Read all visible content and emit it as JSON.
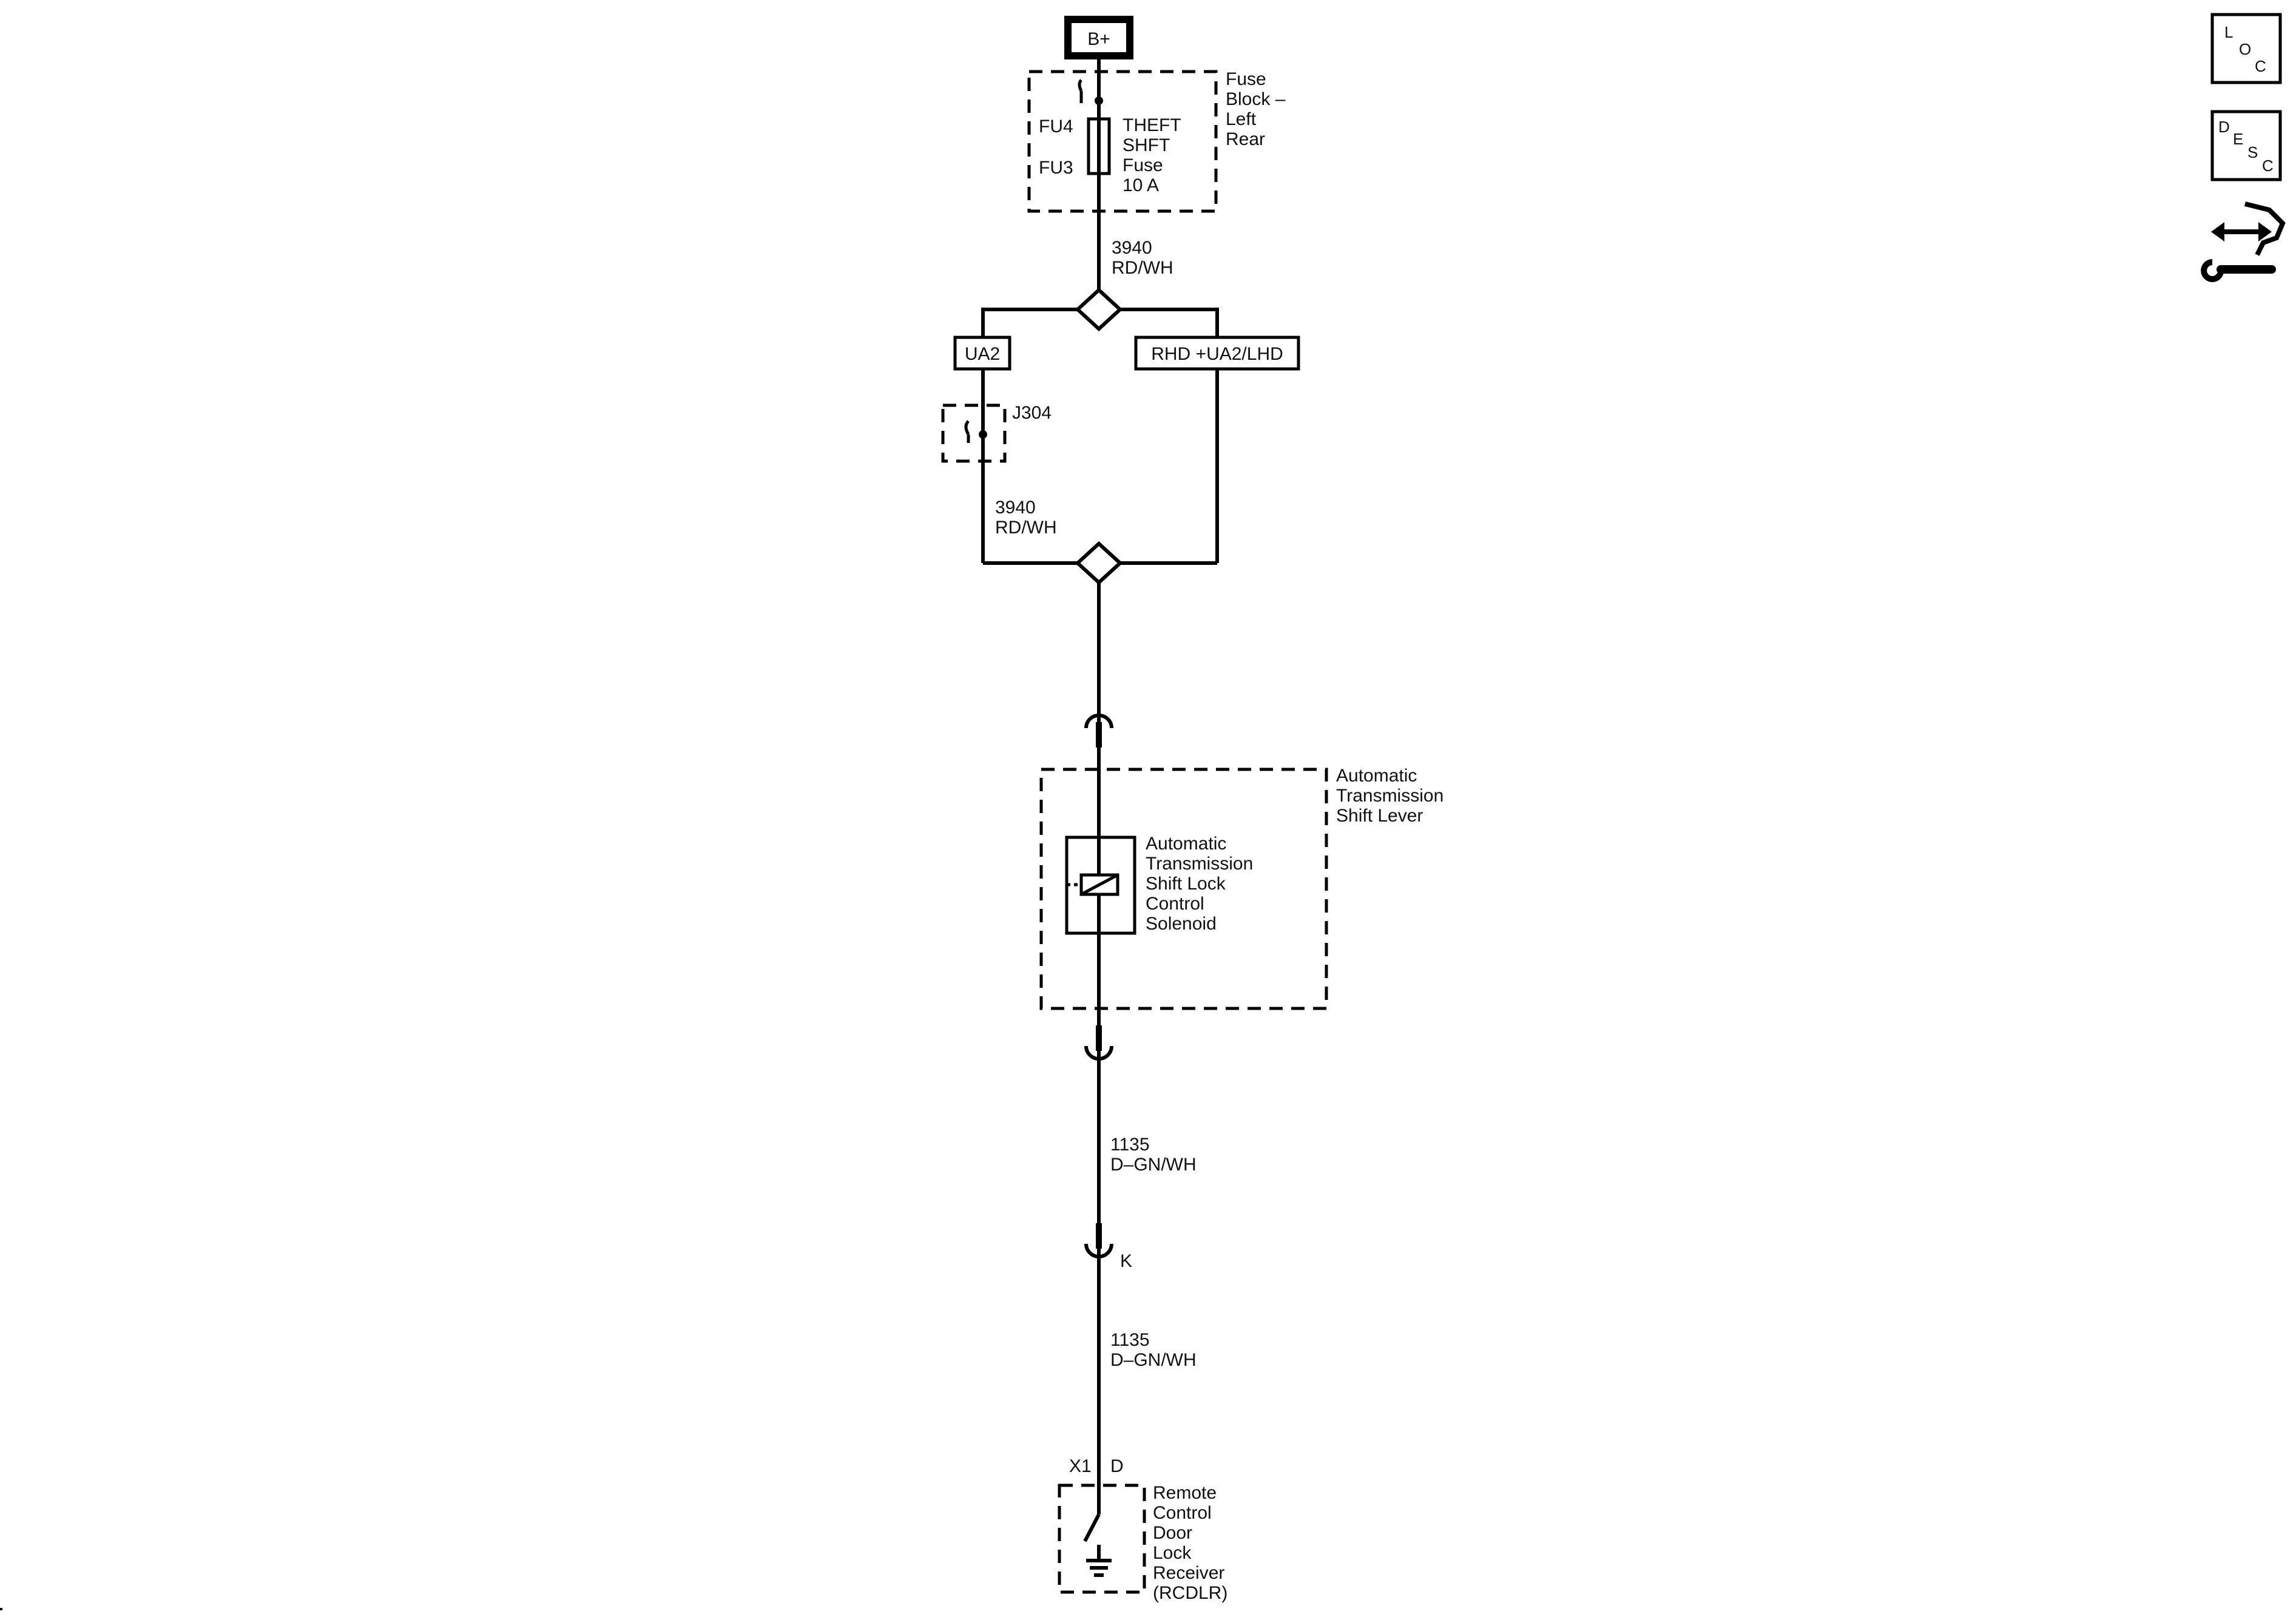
{
  "power": {
    "label": "B+"
  },
  "fuse_block": {
    "name_lines": [
      "Fuse",
      "Block –",
      "Left",
      "Rear"
    ],
    "pin_top": "FU4",
    "pin_bottom": "FU3",
    "fuse_lines": [
      "THEFT",
      "SHFT",
      "Fuse",
      "10 A"
    ]
  },
  "wires": {
    "w1": {
      "circuit": "3940",
      "color": "RD/WH"
    },
    "w2": {
      "circuit": "3940",
      "color": "RD/WH"
    },
    "w3": {
      "circuit": "1135",
      "color": "D–GN/WH"
    },
    "w4": {
      "circuit": "1135",
      "color": "D–GN/WH"
    }
  },
  "options": {
    "left": "UA2",
    "right": "RHD +UA2/LHD"
  },
  "splice": {
    "label": "J304"
  },
  "shift_lever": {
    "name_lines": [
      "Automatic",
      "Transmission",
      "Shift Lever"
    ]
  },
  "solenoid": {
    "name_lines": [
      "Automatic",
      "Transmission",
      "Shift Lock",
      "Control",
      "Solenoid"
    ]
  },
  "inline_connector": {
    "label": "K"
  },
  "rcdlr": {
    "connector": "X1",
    "pin": "D",
    "name_lines": [
      "Remote",
      "Control",
      "Door",
      "Lock",
      "Receiver",
      "(RCDLR)"
    ]
  },
  "nav_icons": [
    {
      "name": "loc-icon",
      "letters": [
        "L",
        "O",
        "C"
      ]
    },
    {
      "name": "desc-icon",
      "letters": [
        "D",
        "E",
        "S",
        "C"
      ]
    },
    {
      "name": "connector-tool-icon"
    }
  ]
}
